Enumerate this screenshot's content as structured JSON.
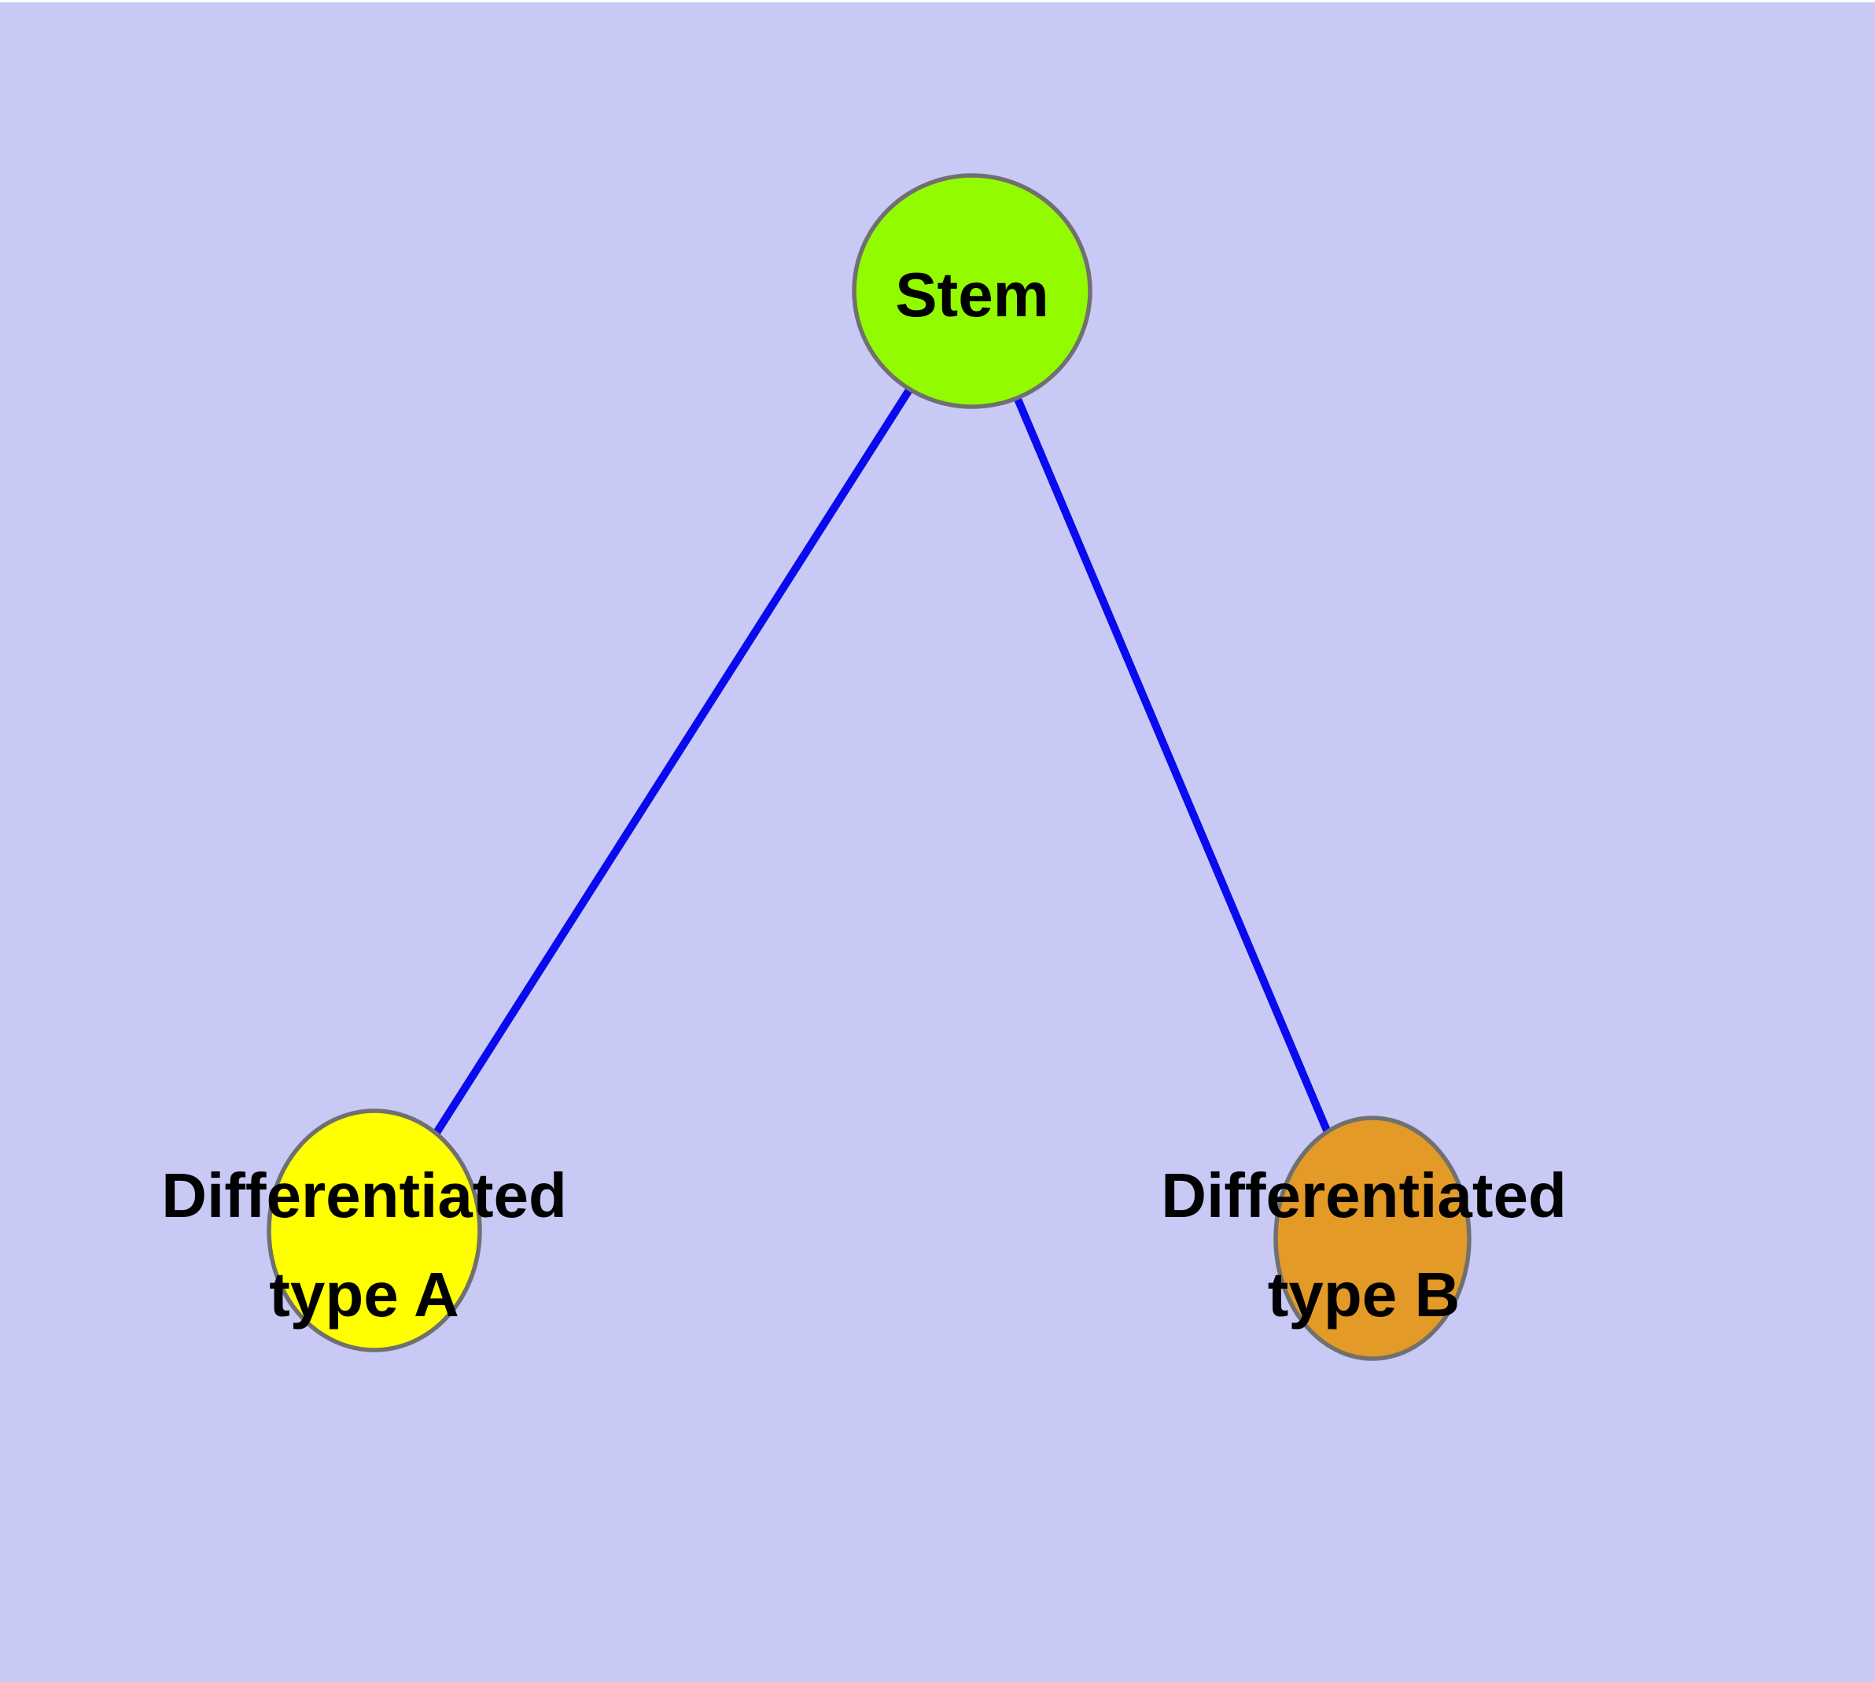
{
  "diagram": {
    "type": "graph",
    "background_color": "#C9C9F6",
    "top_strip_color": "#FFFFFF",
    "edge_color": "#0A0AEE",
    "node_border_color": "#707070",
    "label_color": "#000000",
    "nodes": [
      {
        "id": "stem",
        "label": "Stem",
        "line1": "Stem",
        "color": "#93FB00"
      },
      {
        "id": "differentiated-type-a",
        "label": "Differentiated type A",
        "line1": "Differentiated",
        "line2": "type A",
        "color": "#FFFF00"
      },
      {
        "id": "differentiated-type-b",
        "label": "Differentiated type B",
        "line1": "Differentiated",
        "line2": "type B",
        "color": "#E49A26"
      }
    ],
    "edges": [
      {
        "from": "Stem",
        "to": "Differentiated type A"
      },
      {
        "from": "Stem",
        "to": "Differentiated type B"
      }
    ]
  }
}
